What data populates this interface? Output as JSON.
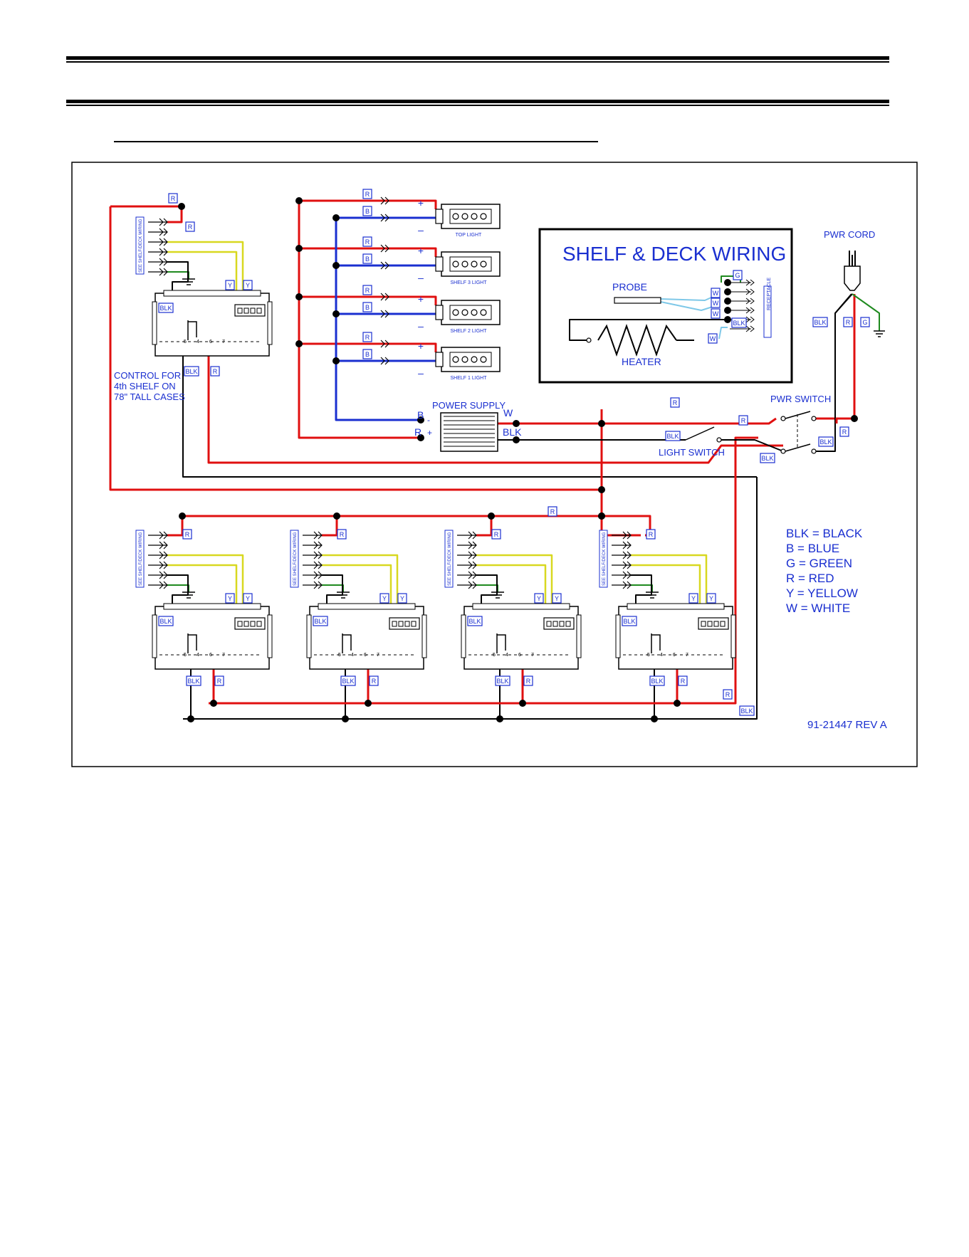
{
  "diagram": {
    "inset_title": "SHELF & DECK WIRING",
    "probe_label": "PROBE",
    "heater_label": "HEATER",
    "receptacle_label": "RECEPTACLE",
    "pwr_cord_label": "PWR CORD",
    "pwr_switch_label": "PWR SWITCH",
    "light_switch_label": "LIGHT SWITCH",
    "power_supply_label": "POWER SUPPLY",
    "ps_b": "B",
    "ps_r": "R",
    "ps_plus": "+",
    "ps_minus": "-",
    "ps_w": "W",
    "ps_blk": "BLK",
    "see_wiring": "SEE SHELF/DECK WIRING",
    "control_note": [
      "CONTROL FOR",
      "4th SHELF ON",
      "78\" TALL CASES"
    ],
    "drawing_number": "91-21447 REV A",
    "lights": [
      "TOP LIGHT",
      "SHELF 3 LIGHT",
      "SHELF 2 LIGHT",
      "SHELF 1 LIGHT"
    ],
    "plus_sign": "+",
    "minus_sign": "–",
    "tags": {
      "blk": "BLK",
      "r": "R",
      "b": "B",
      "y": "Y",
      "g": "G",
      "w": "W"
    },
    "legend": [
      "BLK = BLACK",
      "B = BLUE",
      "G = GREEN",
      "R = RED",
      "Y = YELLOW",
      "W = WHITE"
    ],
    "terminal_labels": [
      "5",
      "4",
      "6",
      "7"
    ]
  },
  "colors": {
    "red": "#e01010",
    "blue": "#1a2fd0",
    "yellow": "#d8d820",
    "green": "#1f8a1f",
    "lightblue": "#7ec8e8",
    "black": "#000000",
    "label_blue": "#1a2fd0"
  }
}
